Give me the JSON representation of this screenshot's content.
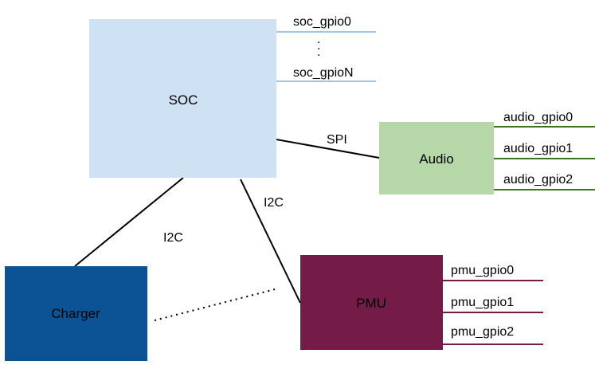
{
  "colors": {
    "soc_fill": "#cfe2f3",
    "audio_fill": "#b6d7a8",
    "charger_fill": "#0b5394",
    "pmu_fill": "#741b47",
    "soc_line": "#9fc5e8",
    "audio_line": "#38761d",
    "pmu_line": "#741b47",
    "link": "#000000"
  },
  "blocks": {
    "soc": {
      "label": "SOC"
    },
    "audio": {
      "label": "Audio"
    },
    "charger": {
      "label": "Charger"
    },
    "pmu": {
      "label": "PMU"
    }
  },
  "soc_gpios": {
    "first": "soc_gpio0",
    "ellipsis": ".",
    "last": "soc_gpioN"
  },
  "audio_gpios": [
    "audio_gpio0",
    "audio_gpio1",
    "audio_gpio2"
  ],
  "pmu_gpios": [
    "pmu_gpio0",
    "pmu_gpio1",
    "pmu_gpio2"
  ],
  "links": {
    "spi": "SPI",
    "i2c_pmu": "I2C",
    "i2c_charger": "I2C"
  }
}
